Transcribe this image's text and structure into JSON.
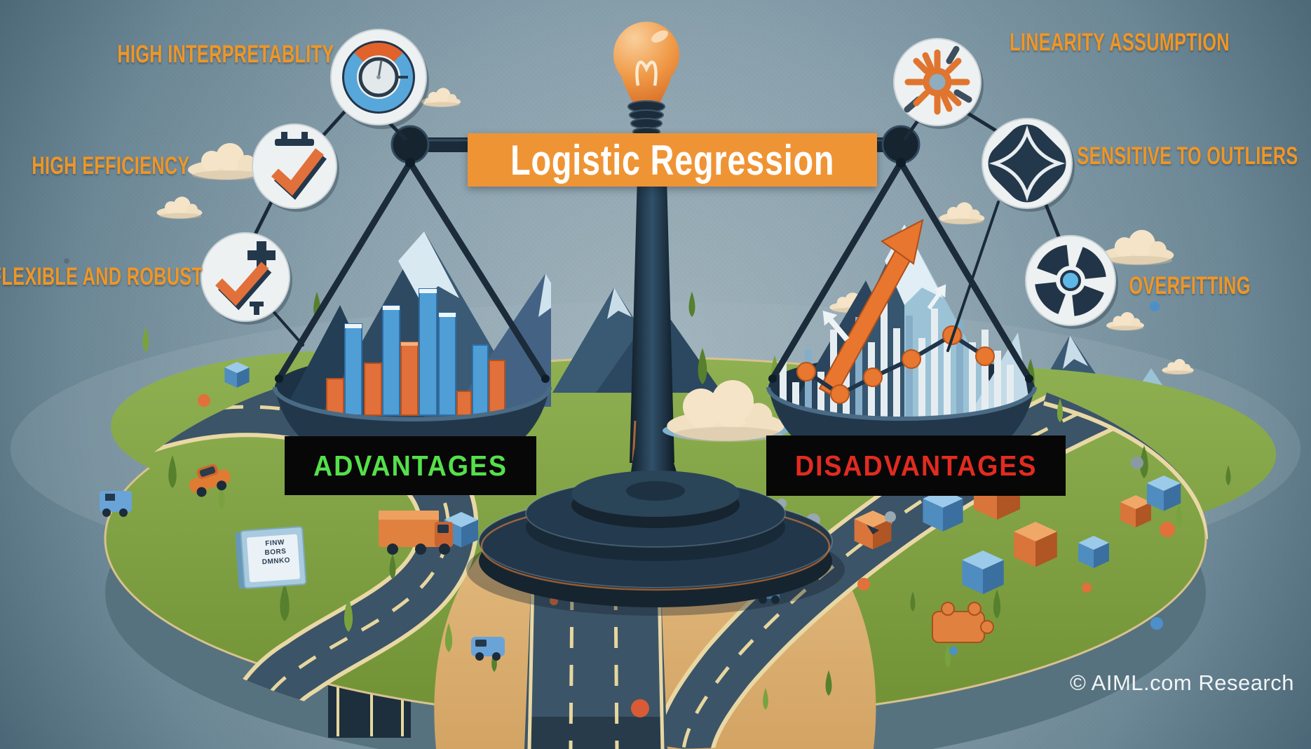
{
  "title": "Logistic Regression",
  "watermark": "© AIML.com Research",
  "advantages": {
    "heading": "ADVANTAGES",
    "heading_color": "#55e04b",
    "items": [
      {
        "label": "HIGH INTERPRETABLITY",
        "icon": "gauge-donut-icon"
      },
      {
        "label": "HIGH EFFICIENCY",
        "icon": "checkmark-icon"
      },
      {
        "label": "FLEXIBLE AND ROBUST",
        "icon": "check-plus-icon"
      }
    ]
  },
  "disadvantages": {
    "heading": "DISADVANTAGES",
    "heading_color": "#e22b20",
    "items": [
      {
        "label": "LINEARITY ASSUMPTION",
        "icon": "sunburst-icon"
      },
      {
        "label": "SENSITIVE TO OUTLIERS",
        "icon": "four-point-star-icon"
      },
      {
        "label": "OVERFITTING",
        "icon": "pinwheel-icon"
      }
    ]
  },
  "road_sign": {
    "lines": [
      "FINW",
      "BORS",
      "DMNKO"
    ]
  },
  "colors": {
    "banner_orange": "#ef9434",
    "label_orange": "#ef9626",
    "scale_navy": "#1c2f41",
    "sky_blue_gray": "#8ba2ae",
    "grass_green": "#83a544",
    "sand_tan": "#dfb477"
  }
}
